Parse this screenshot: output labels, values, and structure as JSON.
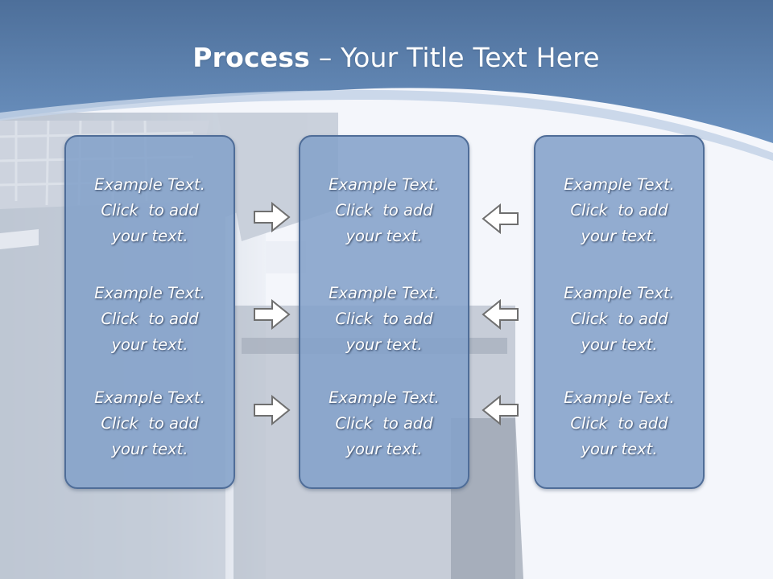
{
  "slide": {
    "title_bold": "Process",
    "title_rest": " – Your Title Text Here"
  },
  "columns": [
    {
      "items": [
        {
          "line1": "Example Text.",
          "line2": "Click  to add",
          "line3": "your text."
        },
        {
          "line1": "Example Text.",
          "line2": "Click  to add",
          "line3": "your text."
        },
        {
          "line1": "Example Text.",
          "line2": "Click  to add",
          "line3": "your text."
        }
      ]
    },
    {
      "items": [
        {
          "line1": "Example Text.",
          "line2": "Click  to add",
          "line3": "your text."
        },
        {
          "line1": "Example Text.",
          "line2": "Click  to add",
          "line3": "your text."
        },
        {
          "line1": "Example Text.",
          "line2": "Click  to add",
          "line3": "your text."
        }
      ]
    },
    {
      "items": [
        {
          "line1": "Example Text.",
          "line2": "Click  to add",
          "line3": "your text."
        },
        {
          "line1": "Example Text.",
          "line2": "Click  to add",
          "line3": "your text."
        },
        {
          "line1": "Example Text.",
          "line2": "Click  to add",
          "line3": "your text."
        }
      ]
    }
  ],
  "colors": {
    "header_blue": "#5f86b6",
    "box_fill": "#84a2c9",
    "box_border": "#4f6d98",
    "arrow_fill": "#ffffff",
    "arrow_stroke": "#6f6f6f"
  },
  "icons": {
    "left_arrows": "arrow-right-icon",
    "right_arrows": "arrow-left-icon"
  }
}
